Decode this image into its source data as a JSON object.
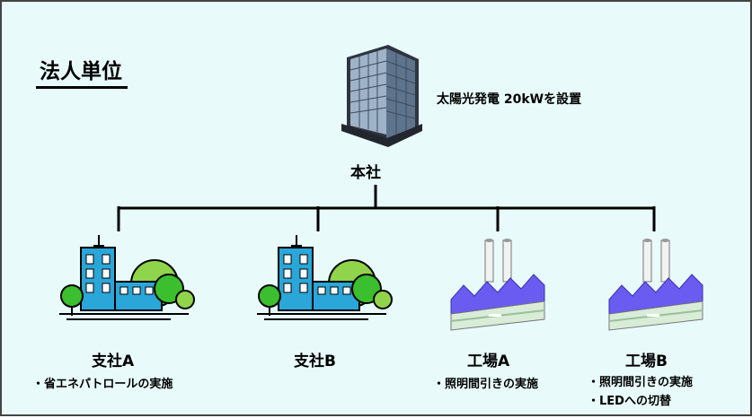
{
  "heading": "法人単位",
  "headquarters": {
    "label": "本社",
    "note": "太陽光発電 20kWを設置"
  },
  "branches": [
    {
      "label": "支社A",
      "notes": [
        "・省エネパトロールの実施"
      ]
    },
    {
      "label": "支社B",
      "notes": []
    },
    {
      "label": "工場A",
      "notes": [
        "・照明間引きの実施"
      ]
    },
    {
      "label": "工場B",
      "notes": [
        "・照明間引きの実施",
        "・LEDへの切替"
      ]
    }
  ],
  "colors": {
    "background": "#e8fafa",
    "office_building": "#2aa6d8",
    "trees": "#3cbf2e",
    "factory_roof": "#6a5cf0",
    "lines": "#000000"
  },
  "icons": [
    "headquarters-building-icon",
    "office-building-icon",
    "factory-icon"
  ]
}
